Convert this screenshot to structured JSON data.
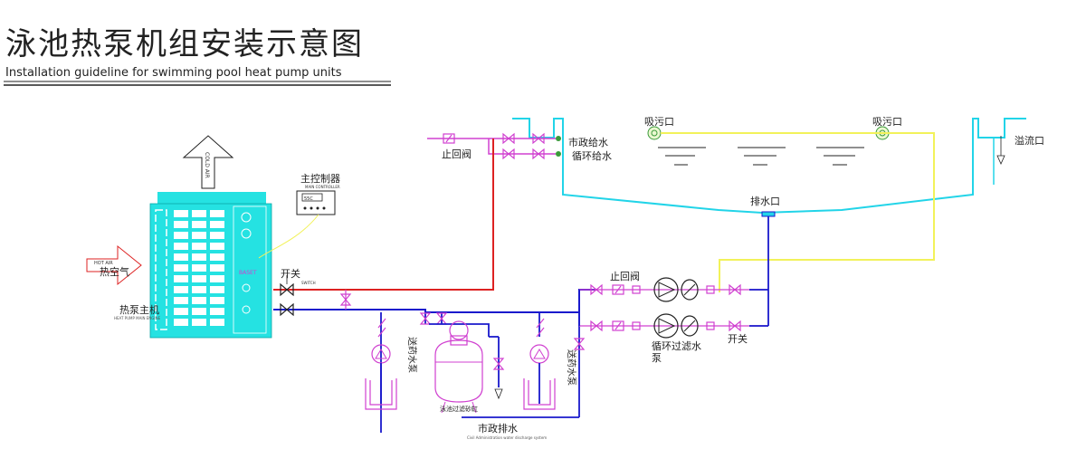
{
  "title": {
    "zh": "泳池热泵机组安装示意图",
    "en": "Installation guideline for swimming pool heat pump units"
  },
  "labels": {
    "heat_pump_main": "热泵主机",
    "hot_air": "热空气",
    "hot_air_en": "HOT AIR",
    "main_controller": "主控制器",
    "main_controller_en": "MAIN CONTROLLER",
    "controller_display": "55C",
    "switch_top": "开关",
    "switch_en": "SWITCH",
    "check_valve_top": "止回阀",
    "check_valve_mid": "止回阀",
    "municipal_water_supply": "市政给水",
    "circulation_water_supply": "循环给水",
    "sewage_suction_left": "吸污口",
    "sewage_suction_right": "吸污口",
    "overflow": "溢流口",
    "drain_outlet": "排水口",
    "dosing_pump_left": "送药水泵",
    "dosing_pump_right": "送药水泵",
    "sand_filter": "泳池过滤砂缸",
    "municipal_drain": "市政排水",
    "circ_filter_pump_a": "循环过滤水",
    "circ_filter_pump_b": "泵",
    "switch_bottom": "开关",
    "baset": "BASET"
  },
  "colors": {
    "cold_pipe": "#1a1acc",
    "hot_pipe": "#dd2222",
    "pool_outline": "#22d4e8",
    "suction_line": "#f2f25a",
    "valve": "#d040d0",
    "equipment": "#d040d0",
    "unit_body": "#25e2e2"
  }
}
